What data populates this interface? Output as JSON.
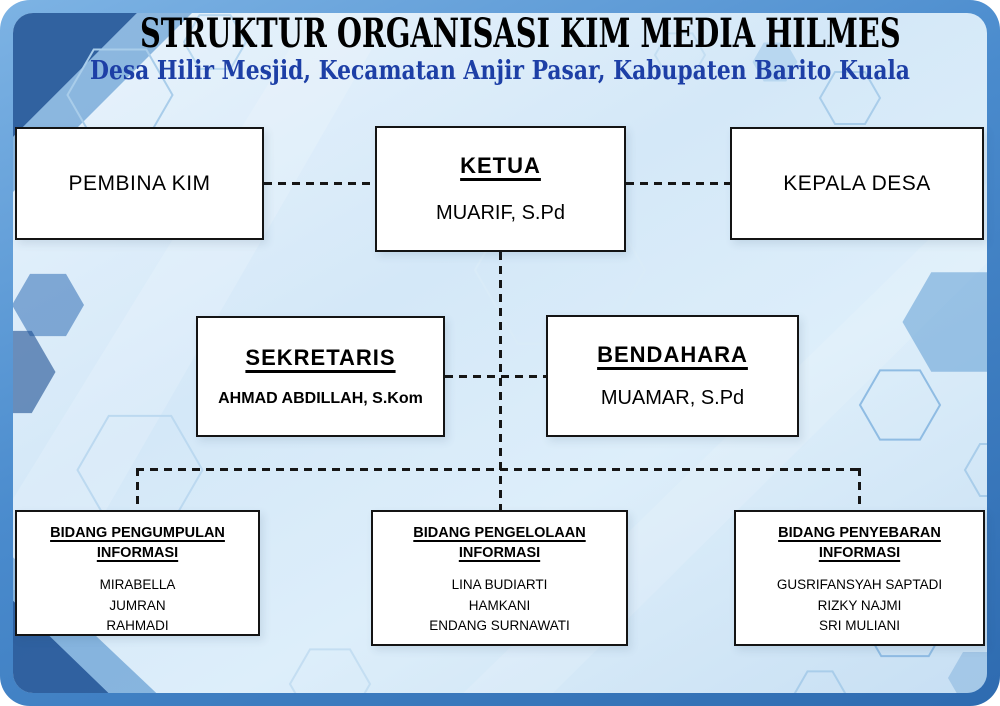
{
  "header": {
    "title": "STRUKTUR ORGANISASI KIM MEDIA HILMES",
    "subtitle": "Desa Hilir Mesjid, Kecamatan Anjir Pasar, Kabupaten Barito Kuala"
  },
  "nodes": {
    "pembina": {
      "label": "PEMBINA KIM"
    },
    "ketua": {
      "title": "KETUA",
      "name": "MUARIF, S.Pd"
    },
    "kepala_desa": {
      "label": "KEPALA DESA"
    },
    "sekretaris": {
      "title": "SEKRETARIS",
      "name": "AHMAD ABDILLAH, S.Kom"
    },
    "bendahara": {
      "title": "BENDAHARA",
      "name": "MUAMAR, S.Pd"
    },
    "bidang_pengumpulan": {
      "title": "BIDANG PENGUMPULAN INFORMASI",
      "members": [
        "MIRABELLA",
        "JUMRAN",
        "RAHMADI"
      ]
    },
    "bidang_pengelolaan": {
      "title": "BIDANG PENGELOLAAN INFORMASI",
      "members": [
        "LINA BUDIARTI",
        "HAMKANI",
        "ENDANG SURNAWATI"
      ]
    },
    "bidang_penyebaran": {
      "title": "BIDANG PENYEBARAN INFORMASI",
      "members": [
        "GUSRIFANSYAH SAPTADI",
        "RIZKY NAJMI",
        "SRI MULIANI"
      ]
    }
  },
  "colors": {
    "frame_blue": "#3f7fc0",
    "background_light": "#d4e8f8",
    "subtitle_blue": "#1d3fa6",
    "box_border": "#141414",
    "connector": "#161616"
  }
}
